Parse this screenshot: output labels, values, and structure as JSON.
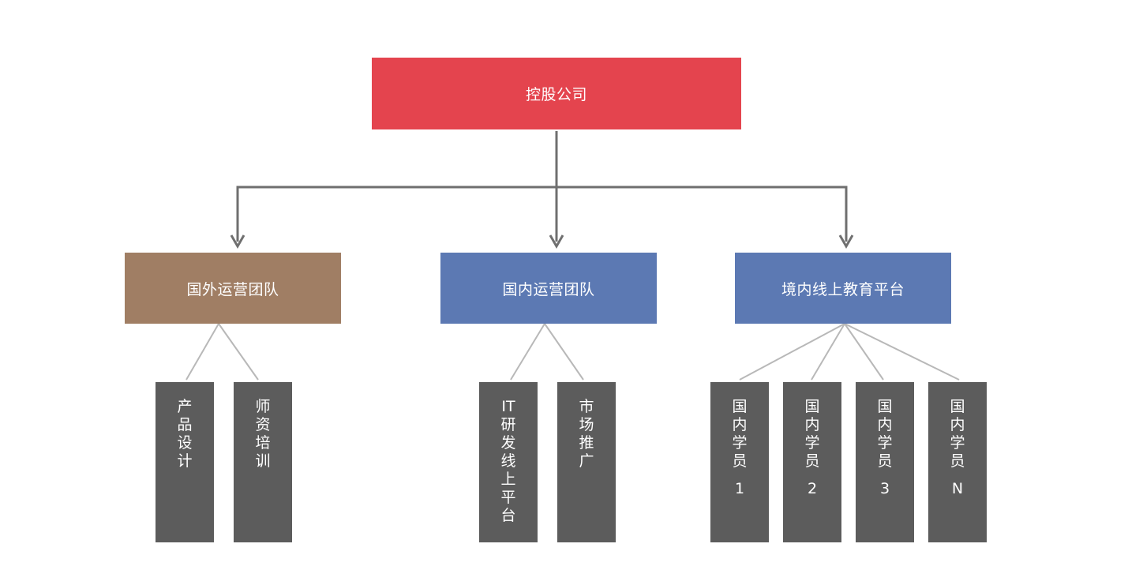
{
  "colors": {
    "root": "#e4444e",
    "overseas_team": "#a07e64",
    "domestic_team": "#5c79b3",
    "online_platform": "#5c79b3",
    "leaf": "#5c5c5c",
    "arrow_connector": "#6f6f6f",
    "leaf_connector": "#b8b8b8"
  },
  "root": {
    "label": "控股公司"
  },
  "level1": {
    "overseas": {
      "label": "国外运营团队"
    },
    "domestic": {
      "label": "国内运营团队"
    },
    "online": {
      "label": "境内线上教育平台"
    }
  },
  "leaves": {
    "product_design": {
      "chars": [
        "产",
        "品",
        "设",
        "计"
      ]
    },
    "teacher_training": {
      "chars": [
        "师",
        "资",
        "培",
        "训"
      ]
    },
    "it_platform": {
      "chars": [
        "IT",
        "研",
        "发",
        "线",
        "上",
        "平",
        "台"
      ]
    },
    "market_promo": {
      "chars": [
        "市",
        "场",
        "推",
        "广"
      ]
    },
    "student_1": {
      "chars": [
        "国",
        "内",
        "学",
        "员"
      ],
      "suffix": "1"
    },
    "student_2": {
      "chars": [
        "国",
        "内",
        "学",
        "员"
      ],
      "suffix": "2"
    },
    "student_3": {
      "chars": [
        "国",
        "内",
        "学",
        "员"
      ],
      "suffix": "3"
    },
    "student_n": {
      "chars": [
        "国",
        "内",
        "学",
        "员"
      ],
      "suffix": "N"
    }
  }
}
